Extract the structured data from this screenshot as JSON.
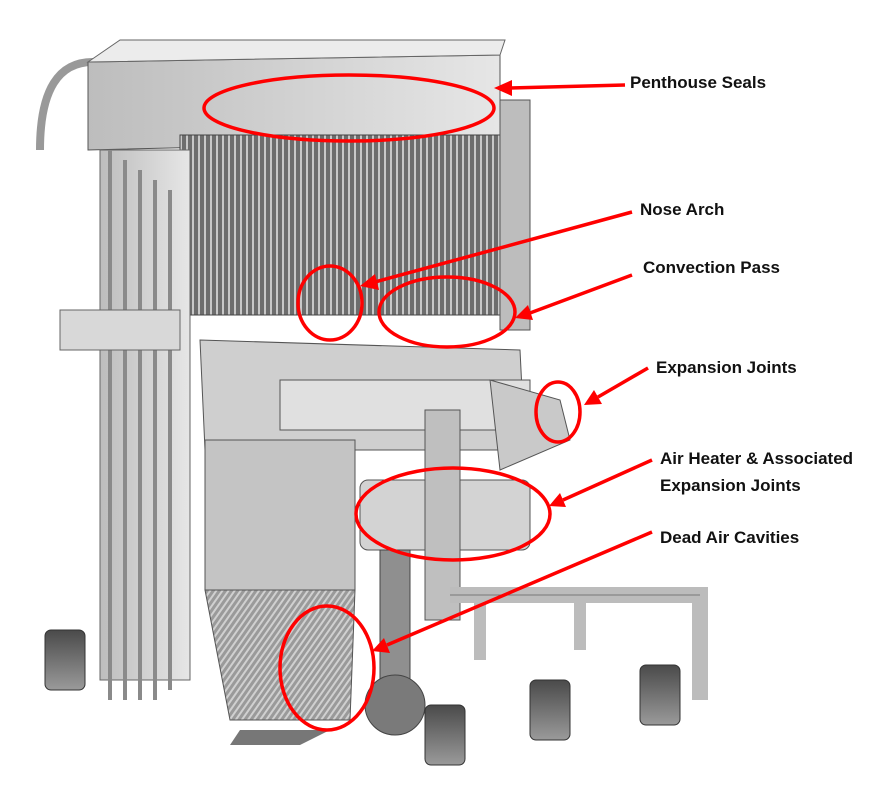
{
  "colors": {
    "annotation": "#ff0000",
    "metal_light": "#d8d8d8",
    "metal_mid": "#a9a9a9",
    "metal_dark": "#5a5a5a"
  },
  "callouts": [
    {
      "id": "penthouse-seals",
      "lines": [
        "Penthouse Seals"
      ]
    },
    {
      "id": "nose-arch",
      "lines": [
        "Nose Arch"
      ]
    },
    {
      "id": "convection-pass",
      "lines": [
        "Convection Pass"
      ]
    },
    {
      "id": "expansion-joints",
      "lines": [
        "Expansion Joints"
      ]
    },
    {
      "id": "air-heater",
      "lines": [
        "Air Heater & Associated",
        "Expansion Joints"
      ]
    },
    {
      "id": "dead-air-cavities",
      "lines": [
        "Dead Air Cavities"
      ]
    }
  ]
}
